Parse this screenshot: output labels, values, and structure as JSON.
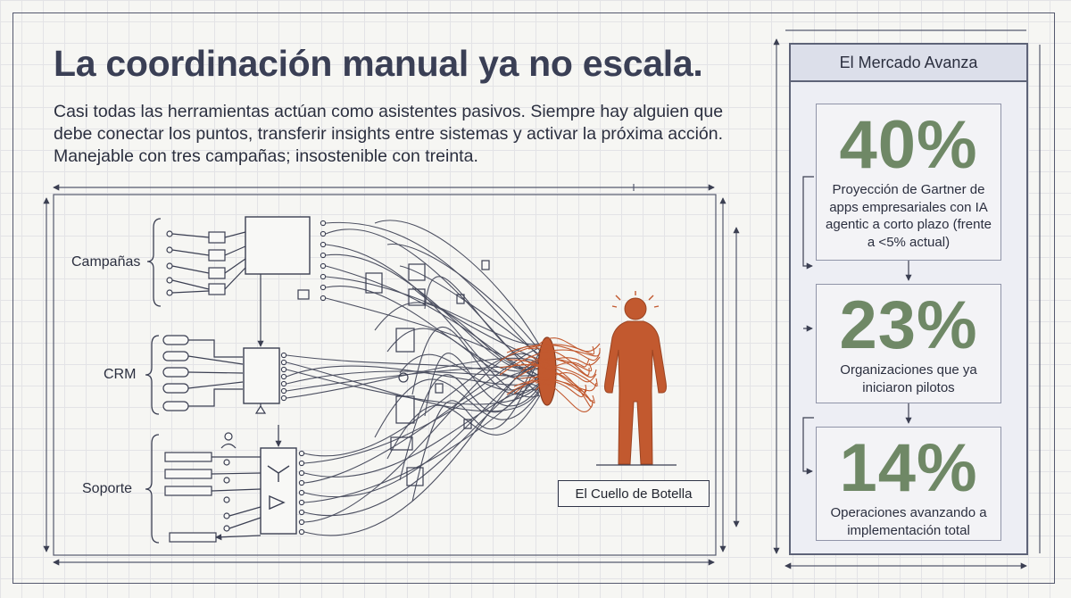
{
  "header": {
    "title": "La coordinación manual ya no escala.",
    "subtitle": "Casi todas las herramientas actúan como asistentes pasivos. Siempre hay alguien que debe conectar los puntos, transferir insights entre sistemas y activar la próxima acción. Manejable con tres campañas; insostenible con treinta."
  },
  "diagram": {
    "groups": [
      "Campañas",
      "CRM",
      "Soporte"
    ],
    "bottleneck_label": "El Cuello de Botella",
    "colors": {
      "line": "#3b3f52",
      "accent": "#c2592f",
      "stat": "#6f8866"
    }
  },
  "market": {
    "title": "El Mercado Avanza",
    "stats": [
      {
        "value": "40%",
        "description": "Proyección de Gartner de apps empresariales con IA agentic a corto plazo (frente a <5% actual)"
      },
      {
        "value": "23%",
        "description": "Organizaciones que ya iniciaron pilotos"
      },
      {
        "value": "14%",
        "description": "Operaciones avanzando a implementación total"
      }
    ]
  }
}
